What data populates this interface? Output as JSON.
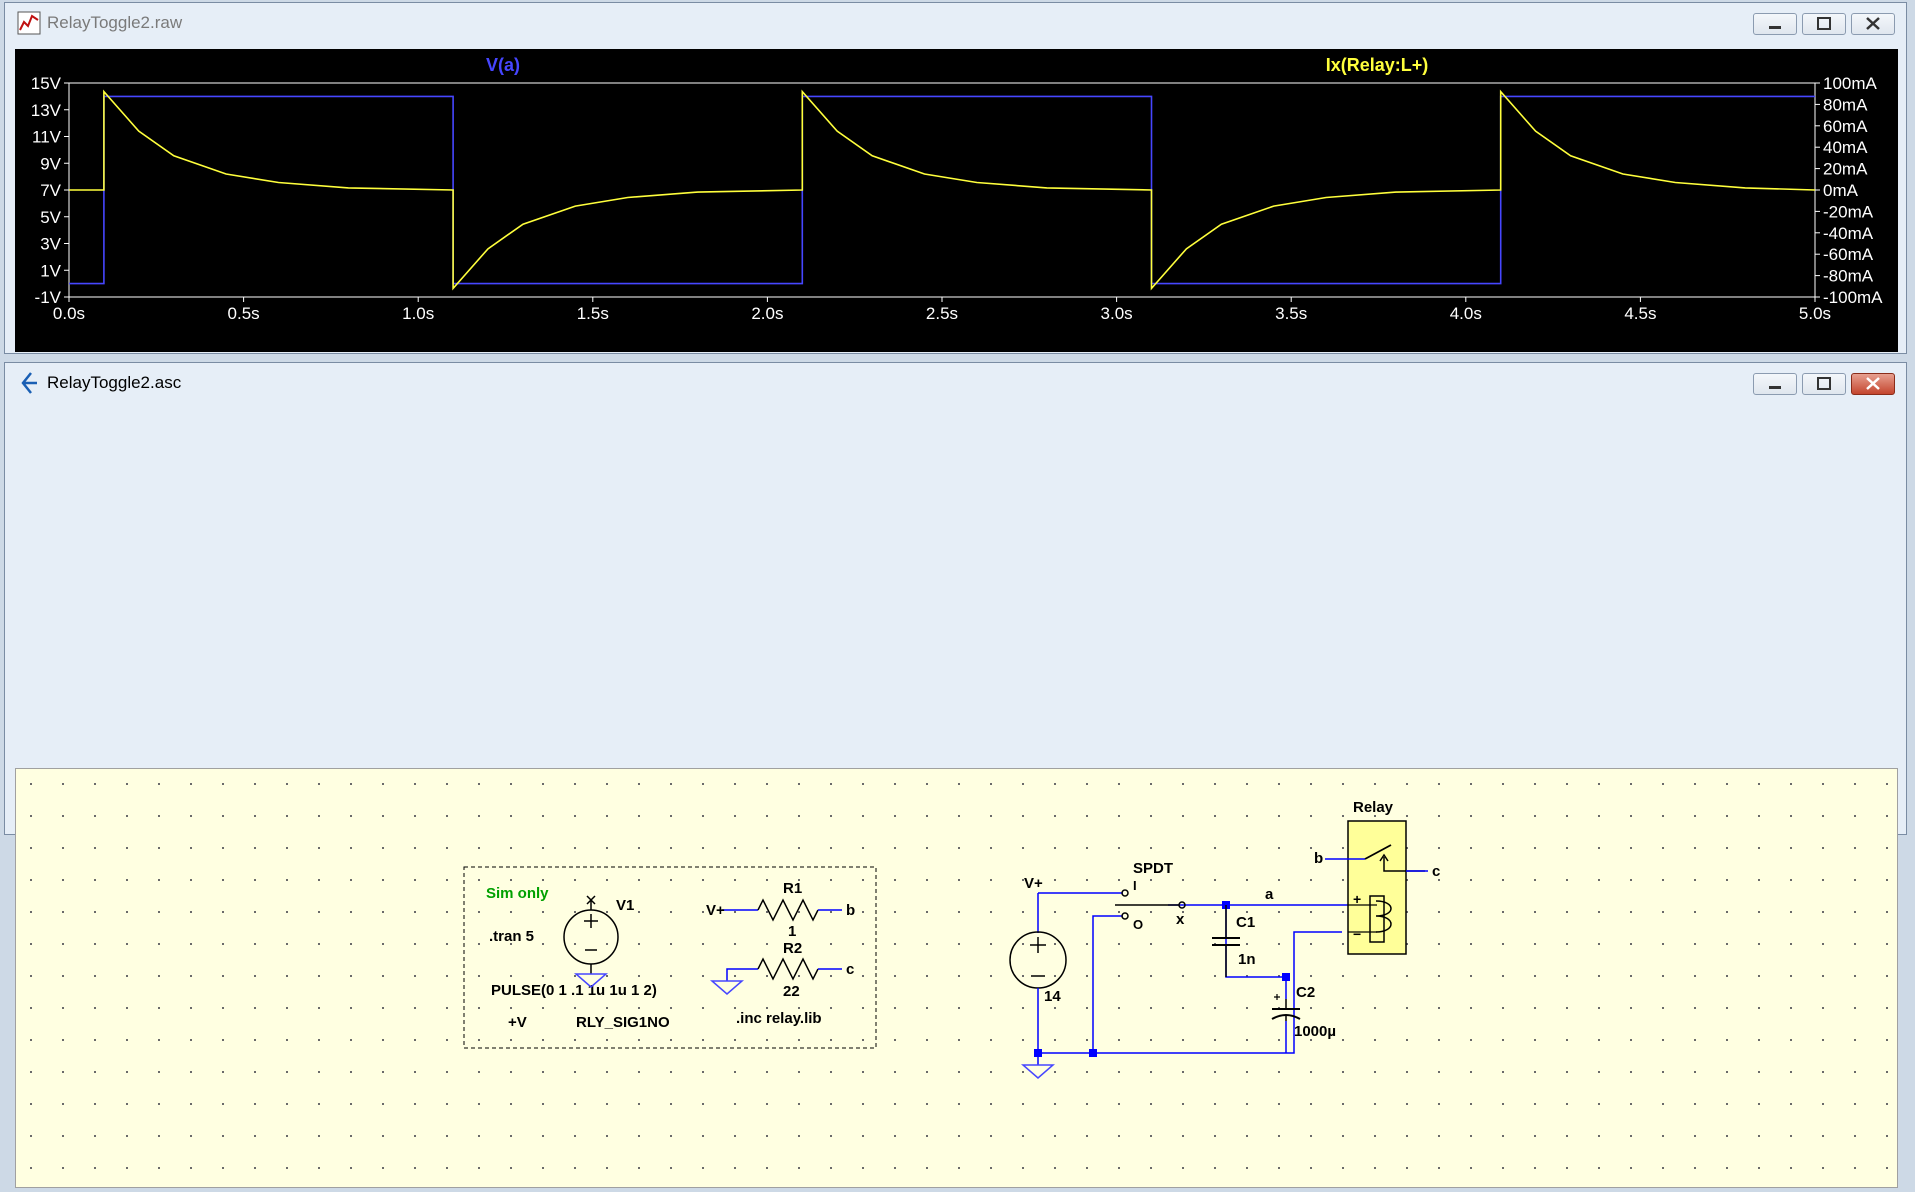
{
  "raw_window": {
    "title": "RelayToggle2.raw",
    "trace_v": "V(a)",
    "trace_i": "Ix(Relay:L+)",
    "colors": {
      "v": "#4646ff",
      "i": "#ffff3c",
      "axis": "#ffffff",
      "background": "#000000"
    }
  },
  "chart_data": {
    "type": "line",
    "x_ticks": [
      "0.0s",
      "0.5s",
      "1.0s",
      "1.5s",
      "2.0s",
      "2.5s",
      "3.0s",
      "3.5s",
      "4.0s",
      "4.5s",
      "5.0s"
    ],
    "y_left_ticks": [
      "15V",
      "13V",
      "11V",
      "9V",
      "7V",
      "5V",
      "3V",
      "1V",
      "-1V"
    ],
    "y_right_ticks": [
      "100mA",
      "80mA",
      "60mA",
      "40mA",
      "20mA",
      "0mA",
      "-20mA",
      "-40mA",
      "-60mA",
      "-80mA",
      "-100mA"
    ],
    "xlim": [
      0,
      5
    ],
    "ylim_left": [
      -1,
      15
    ],
    "ylim_right": [
      -100,
      100
    ],
    "series": [
      {
        "name": "V(a)",
        "axis": "left",
        "x": [
          0,
          0.1,
          0.1,
          1.1,
          1.1,
          2.1,
          2.1,
          3.1,
          3.1,
          4.1,
          4.1,
          5.0
        ],
        "y": [
          0,
          0,
          14,
          14,
          0,
          0,
          14,
          14,
          0,
          0,
          14,
          14
        ]
      },
      {
        "name": "Ix(Relay:L+)",
        "axis": "right",
        "x": [
          0,
          0.1,
          0.1,
          0.2,
          0.3,
          0.45,
          0.6,
          0.8,
          1.1,
          1.1,
          1.2,
          1.3,
          1.45,
          1.6,
          1.8,
          2.1,
          2.1,
          2.2,
          2.3,
          2.45,
          2.6,
          2.8,
          3.1,
          3.1,
          3.2,
          3.3,
          3.45,
          3.6,
          3.8,
          4.1,
          4.1,
          4.2,
          4.3,
          4.45,
          4.6,
          4.8,
          5.0
        ],
        "y": [
          0,
          0,
          92,
          55,
          32,
          15,
          7,
          2,
          0,
          -92,
          -55,
          -32,
          -15,
          -7,
          -2,
          0,
          92,
          55,
          32,
          15,
          7,
          2,
          0,
          -92,
          -55,
          -32,
          -15,
          -7,
          -2,
          0,
          92,
          55,
          32,
          15,
          7,
          2,
          0
        ]
      }
    ]
  },
  "schematic_window": {
    "title": "RelayToggle2.asc",
    "labels": {
      "sim_only": "Sim only",
      "tran": ".tran 5",
      "pulse": "PULSE(0 1 .1 1u 1u 1 2)",
      "plus_v": "+V",
      "rly": "RLY_SIG1NO",
      "inc": ".inc relay.lib",
      "v1": "V1",
      "r1": "R1",
      "r1_val": "1",
      "r2": "R2",
      "r2_val": "22",
      "vplus_r1": "V+",
      "b_r1": "b",
      "c_r2": "c",
      "vplus_src": "V+",
      "src_val": "14",
      "spdt": "SPDT",
      "pin_i": "I",
      "pin_o": "O",
      "node_a": "a",
      "node_x": "x",
      "c1": "C1",
      "c1_val": "1n",
      "c2": "C2",
      "c2_val": "1000µ",
      "relay": "Relay",
      "relay_b": "b",
      "relay_c": "c",
      "plus_sign": "+",
      "minus_sign": "−"
    },
    "colors": {
      "wire": "#0000ff",
      "background": "#ffffe1",
      "relay_body": "#ffff99",
      "sim_text": "#00a000"
    }
  }
}
